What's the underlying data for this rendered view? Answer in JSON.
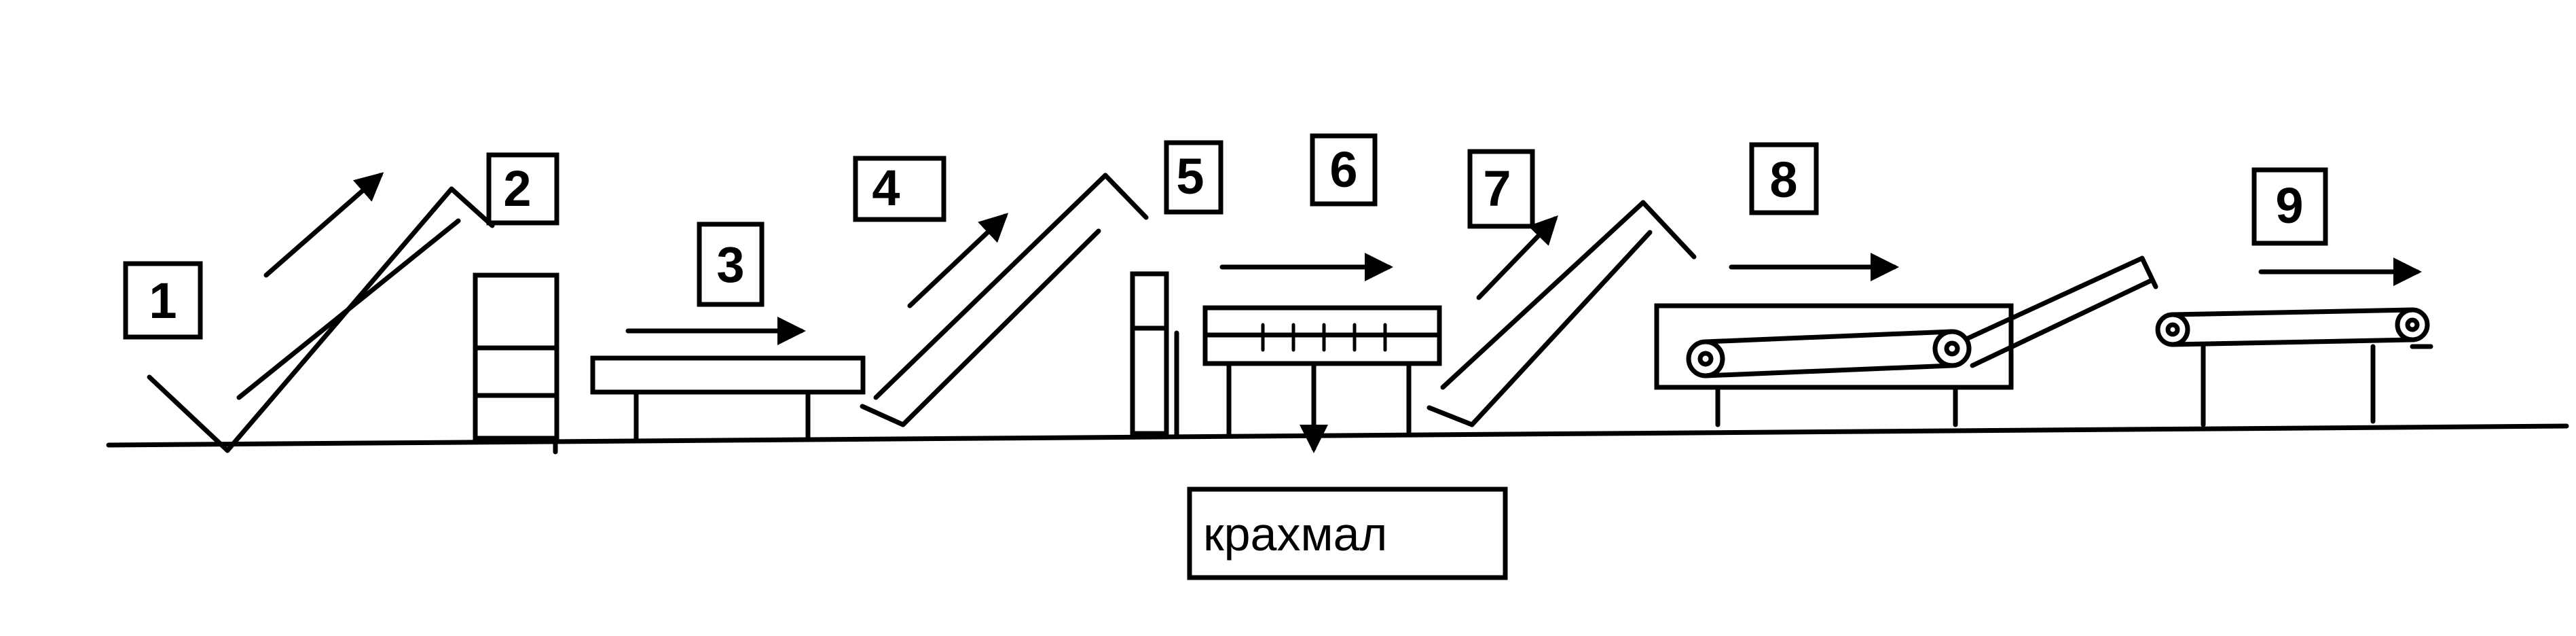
{
  "labels": [
    "1",
    "2",
    "3",
    "4",
    "5",
    "6",
    "7",
    "8",
    "9"
  ],
  "output_label": "крахмал"
}
